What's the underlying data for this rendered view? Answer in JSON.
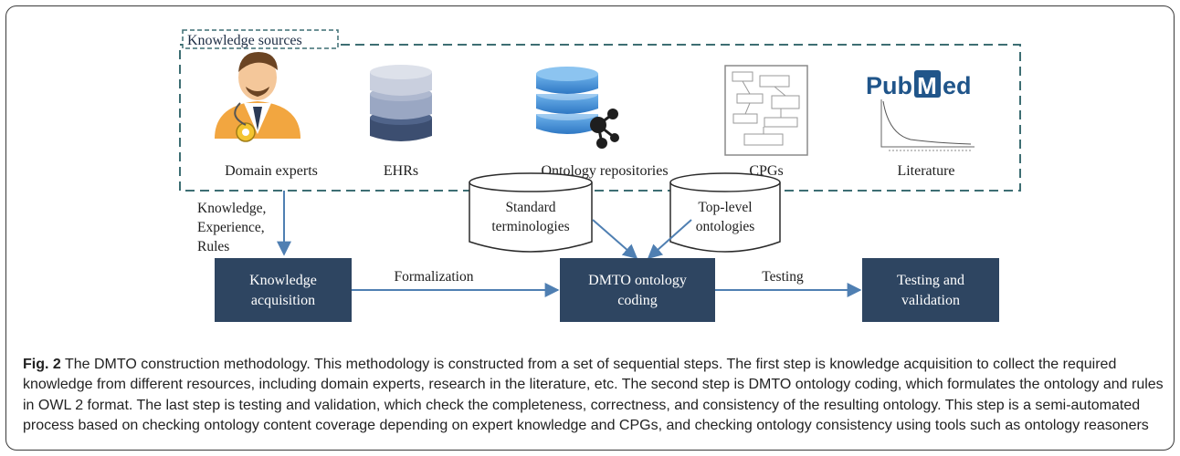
{
  "figure": {
    "group_label": "Knowledge sources",
    "sources": [
      {
        "label": "Domain experts",
        "icon": "domain-expert-icon"
      },
      {
        "label": "EHRs",
        "icon": "database-stack-icon"
      },
      {
        "label": "Ontology repositories",
        "icon": "ontology-repository-icon"
      },
      {
        "label": "CPGs",
        "icon": "clinical-guideline-document-icon"
      },
      {
        "label": "Literature",
        "icon": "pubmed-logo"
      }
    ],
    "pubmed_logo": {
      "pub": "Pub",
      "m": "M",
      "ed": "ed"
    },
    "edge_labels": {
      "knowledge_lines": [
        "Knowledge,",
        "Experience,",
        "Rules"
      ],
      "formalization": "Formalization",
      "testing": "Testing"
    },
    "cylinders": [
      {
        "lines": [
          "Standard",
          "terminologies"
        ]
      },
      {
        "lines": [
          "Top-level",
          "ontologies"
        ]
      }
    ],
    "process_steps": [
      {
        "lines": [
          "Knowledge",
          "acquisition"
        ]
      },
      {
        "lines": [
          "DMTO ontology",
          "coding"
        ]
      },
      {
        "lines": [
          "Testing and",
          "validation"
        ]
      }
    ],
    "colors": {
      "step_fill": "#2e4561",
      "dash_border": "#3d6e73",
      "arrow": "#4f7fb2",
      "db_top": "#c9cfde",
      "db_mid": "#9aa7c3",
      "db_bottom": "#3c4e70",
      "ontology_db": "#4a90d6"
    }
  },
  "caption": {
    "label": "Fig. 2",
    "text": " The DMTO construction methodology. This methodology is constructed from a set of sequential steps. The first step is knowledge acquisition to collect the required knowledge from different resources, including domain experts, research in the literature, etc. The second step is DMTO ontology coding, which formulates the ontology and rules in OWL 2 format. The last step is testing and validation, which check the completeness, correctness, and consistency of the resulting ontology. This step is a semi-automated process based on checking ontology content coverage depending on expert knowledge and CPGs, and checking ontology consistency using tools such as ontology reasoners"
  }
}
